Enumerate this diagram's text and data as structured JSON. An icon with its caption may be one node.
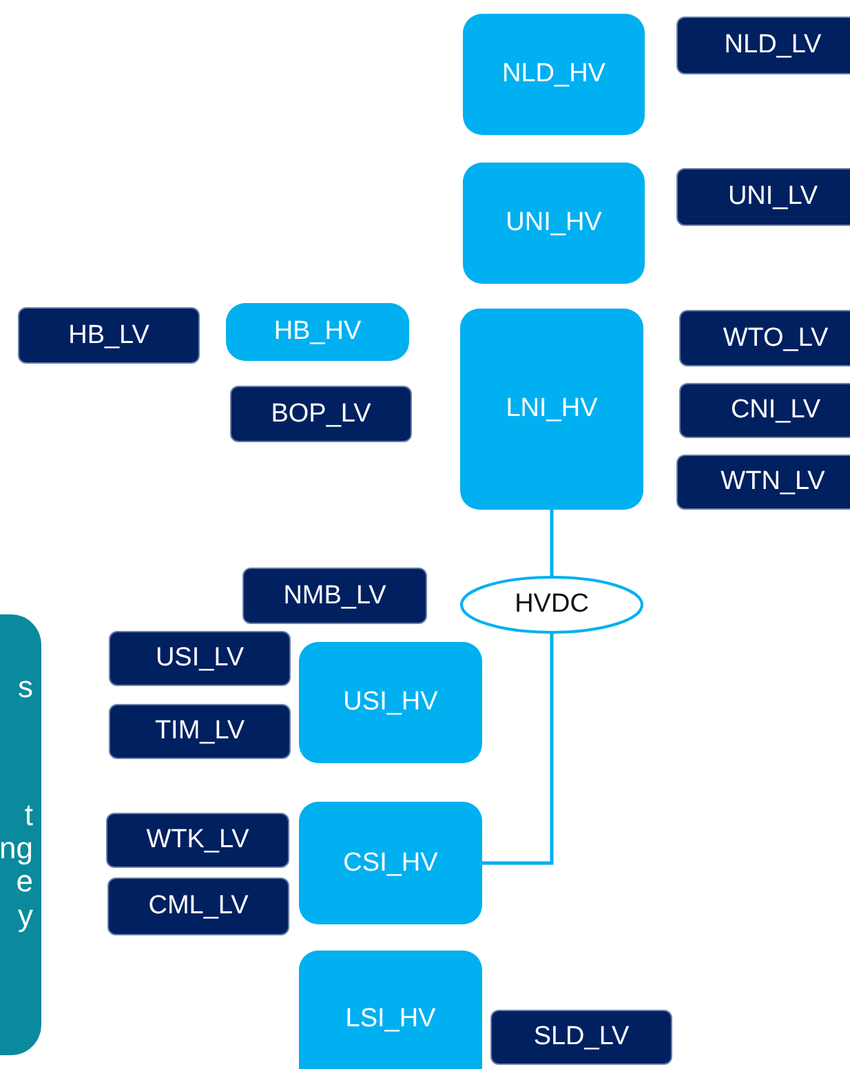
{
  "diagram": {
    "nodes": [
      {
        "text": [
          "NLD_HV"
        ]
      },
      {
        "text": [
          "NLD_LV"
        ]
      },
      {
        "text": [
          "UNI_HV"
        ]
      },
      {
        "text": [
          "UNI_LV"
        ]
      },
      {
        "text": [
          "HB_LV"
        ]
      },
      {
        "text": [
          "HB_HV"
        ]
      },
      {
        "text": [
          "LNI_HV"
        ]
      },
      {
        "text": [
          "WTO_LV"
        ]
      },
      {
        "text": [
          "BOP_LV"
        ]
      },
      {
        "text": [
          "CNI_LV"
        ]
      },
      {
        "text": [
          "WTN_LV"
        ]
      },
      {
        "text": [
          "HVDC"
        ]
      },
      {
        "text": [
          "NMB_LV"
        ]
      },
      {
        "text": [
          "s",
          "t ng e y"
        ]
      },
      {
        "text": [
          "USI_LV"
        ]
      },
      {
        "text": [
          "USI_HV"
        ]
      },
      {
        "text": [
          "TIM_LV"
        ]
      },
      {
        "text": [
          "WTK_LV"
        ]
      },
      {
        "text": [
          "CSI_HV"
        ]
      },
      {
        "text": [
          "CML_LV"
        ]
      },
      {
        "text": [
          "LSI_HV"
        ]
      },
      {
        "text": [
          "SLD_LV"
        ]
      }
    ],
    "edges": [
      {
        "from": 6,
        "to": 11,
        "arrow": "none"
      },
      {
        "from": 11,
        "to": 18,
        "arrow": "none"
      }
    ]
  }
}
